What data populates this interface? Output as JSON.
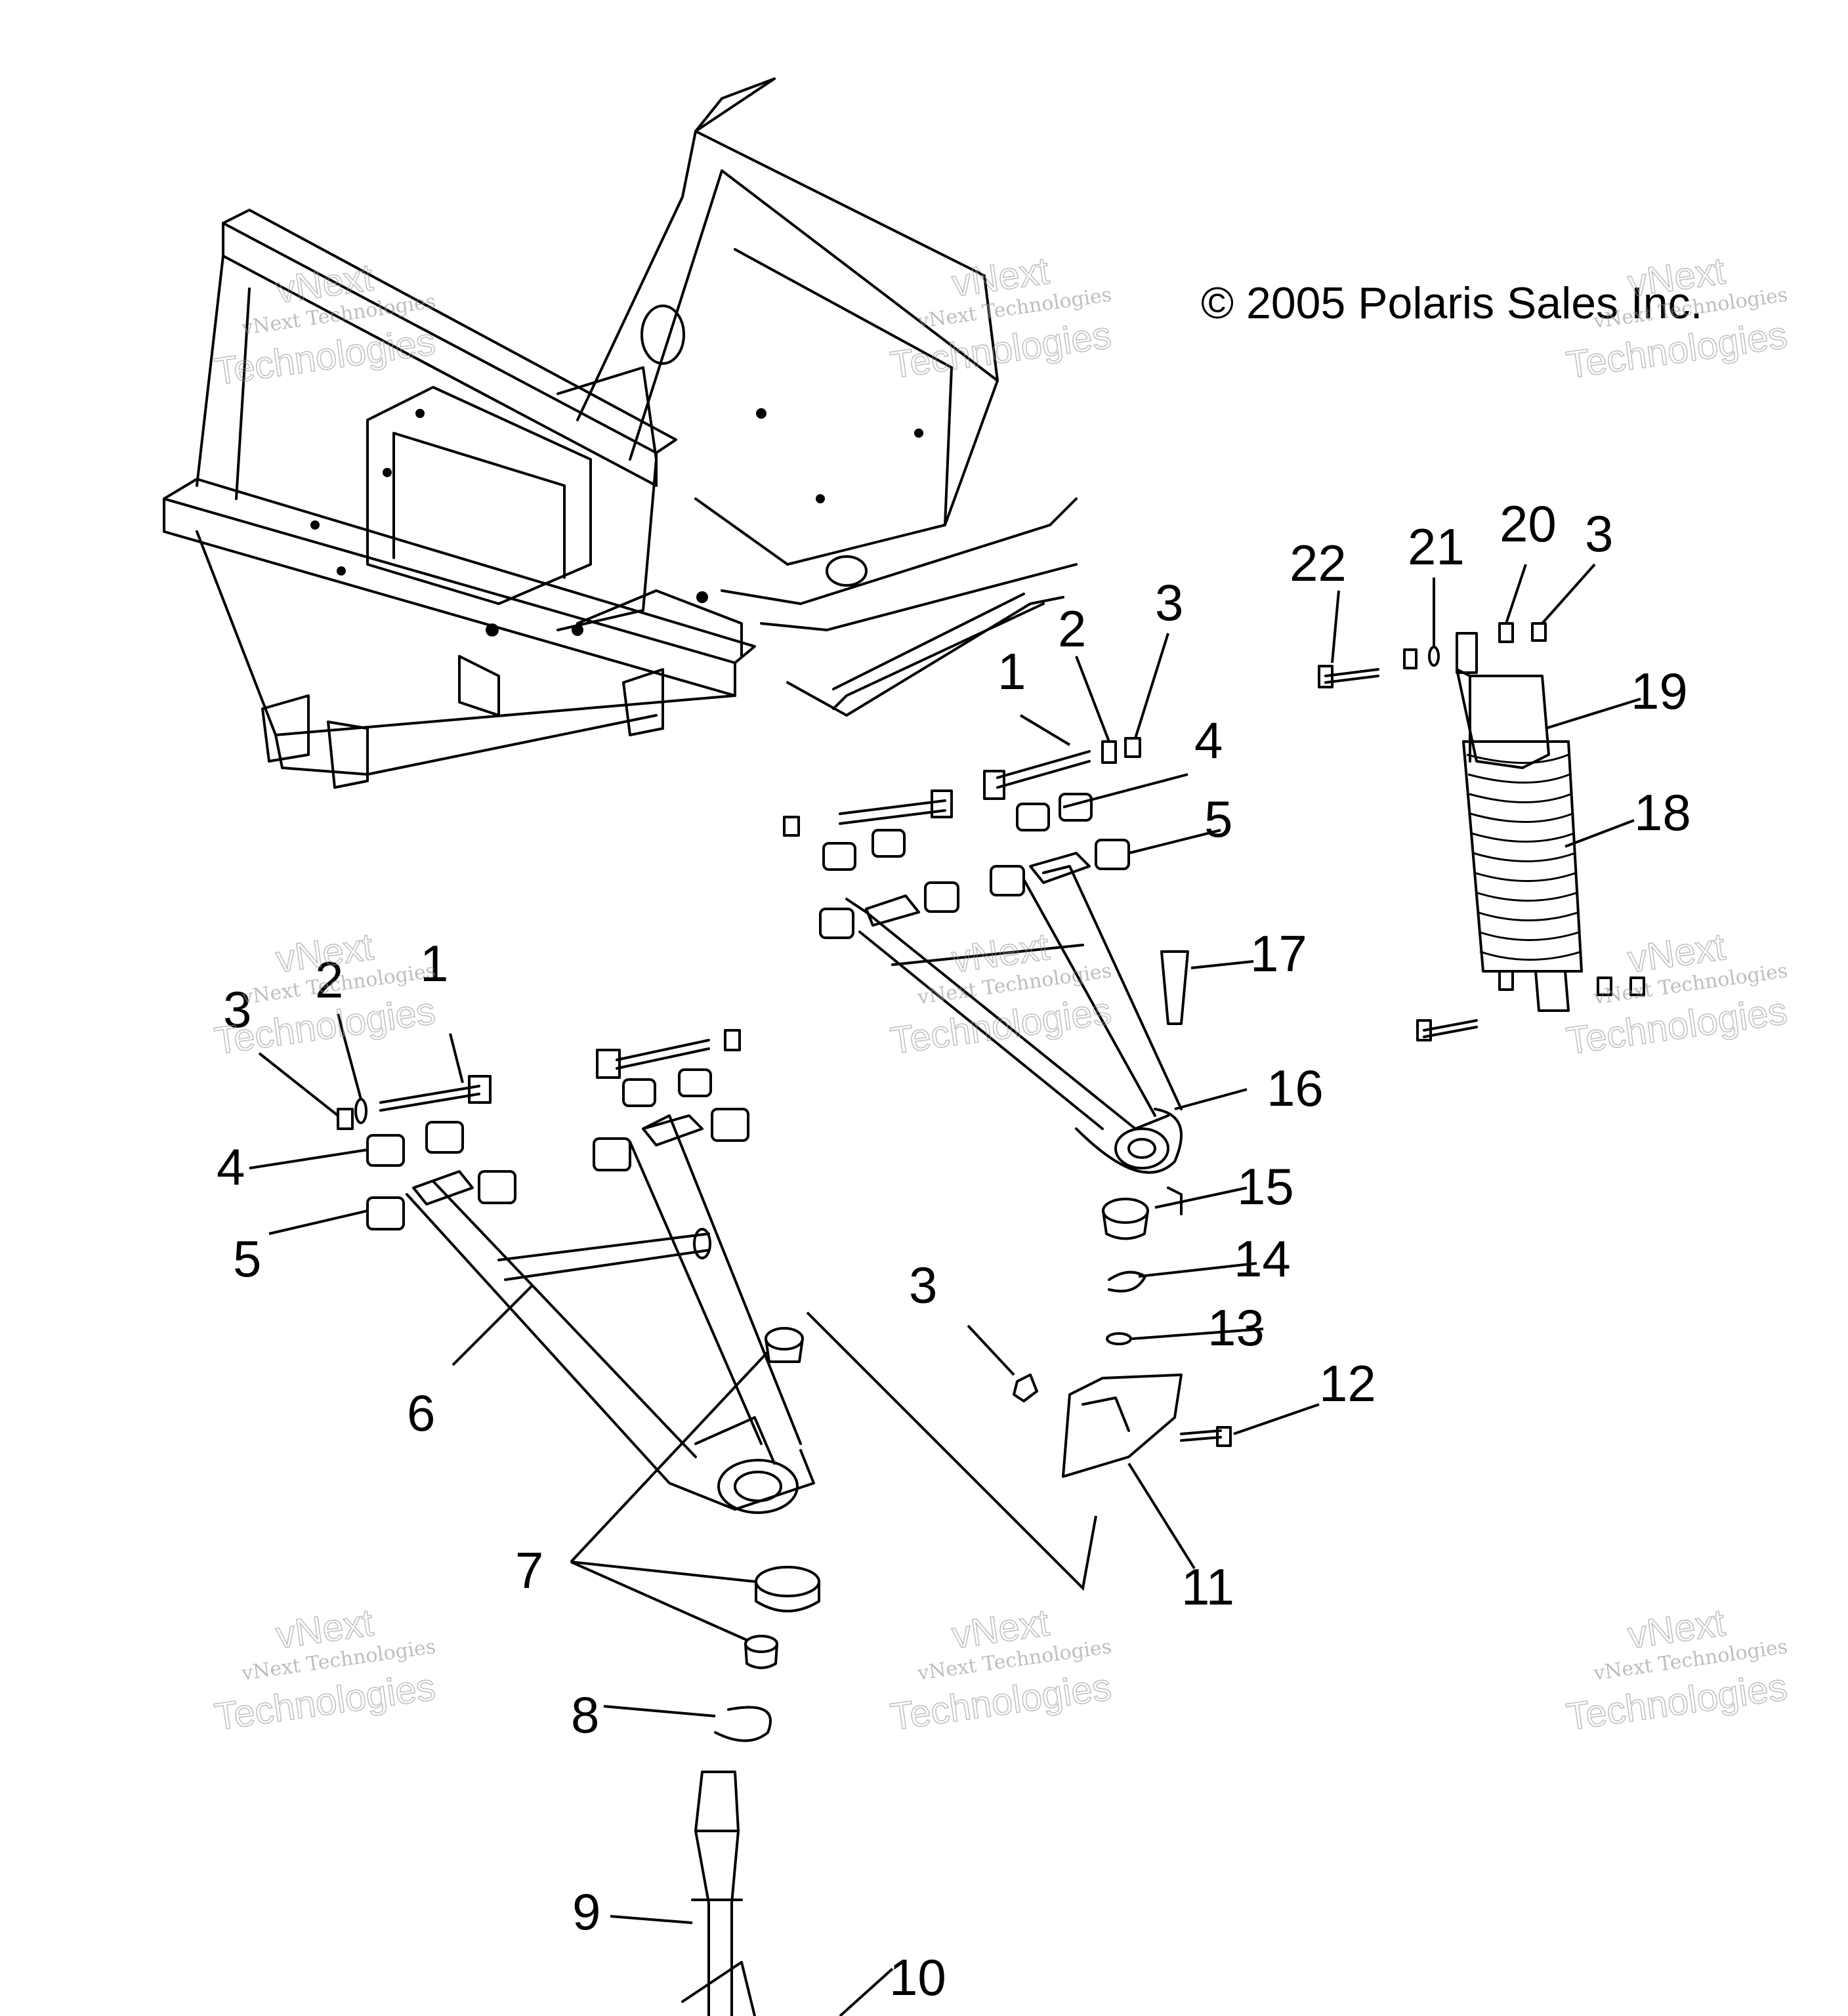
{
  "copyright": "© 2005 Polaris Sales Inc.",
  "watermark": {
    "line1": "vNext Technologies",
    "line2": "vNext",
    "line3": "Technologies"
  },
  "callouts": {
    "c1a": "1",
    "c2a": "2",
    "c3a": "3",
    "c4a": "4",
    "c5a": "5",
    "c1b": "1",
    "c2b": "2",
    "c3b": "3",
    "c4b": "4",
    "c5b": "5",
    "c6": "6",
    "c7": "7",
    "c8": "8",
    "c9": "9",
    "c10": "10",
    "c3c": "3",
    "c11": "11",
    "c12": "12",
    "c13": "13",
    "c14": "14",
    "c15": "15",
    "c16": "16",
    "c17": "17",
    "c18": "18",
    "c19": "19",
    "c20": "20",
    "c21": "21",
    "c22": "22",
    "c3d": "3"
  }
}
